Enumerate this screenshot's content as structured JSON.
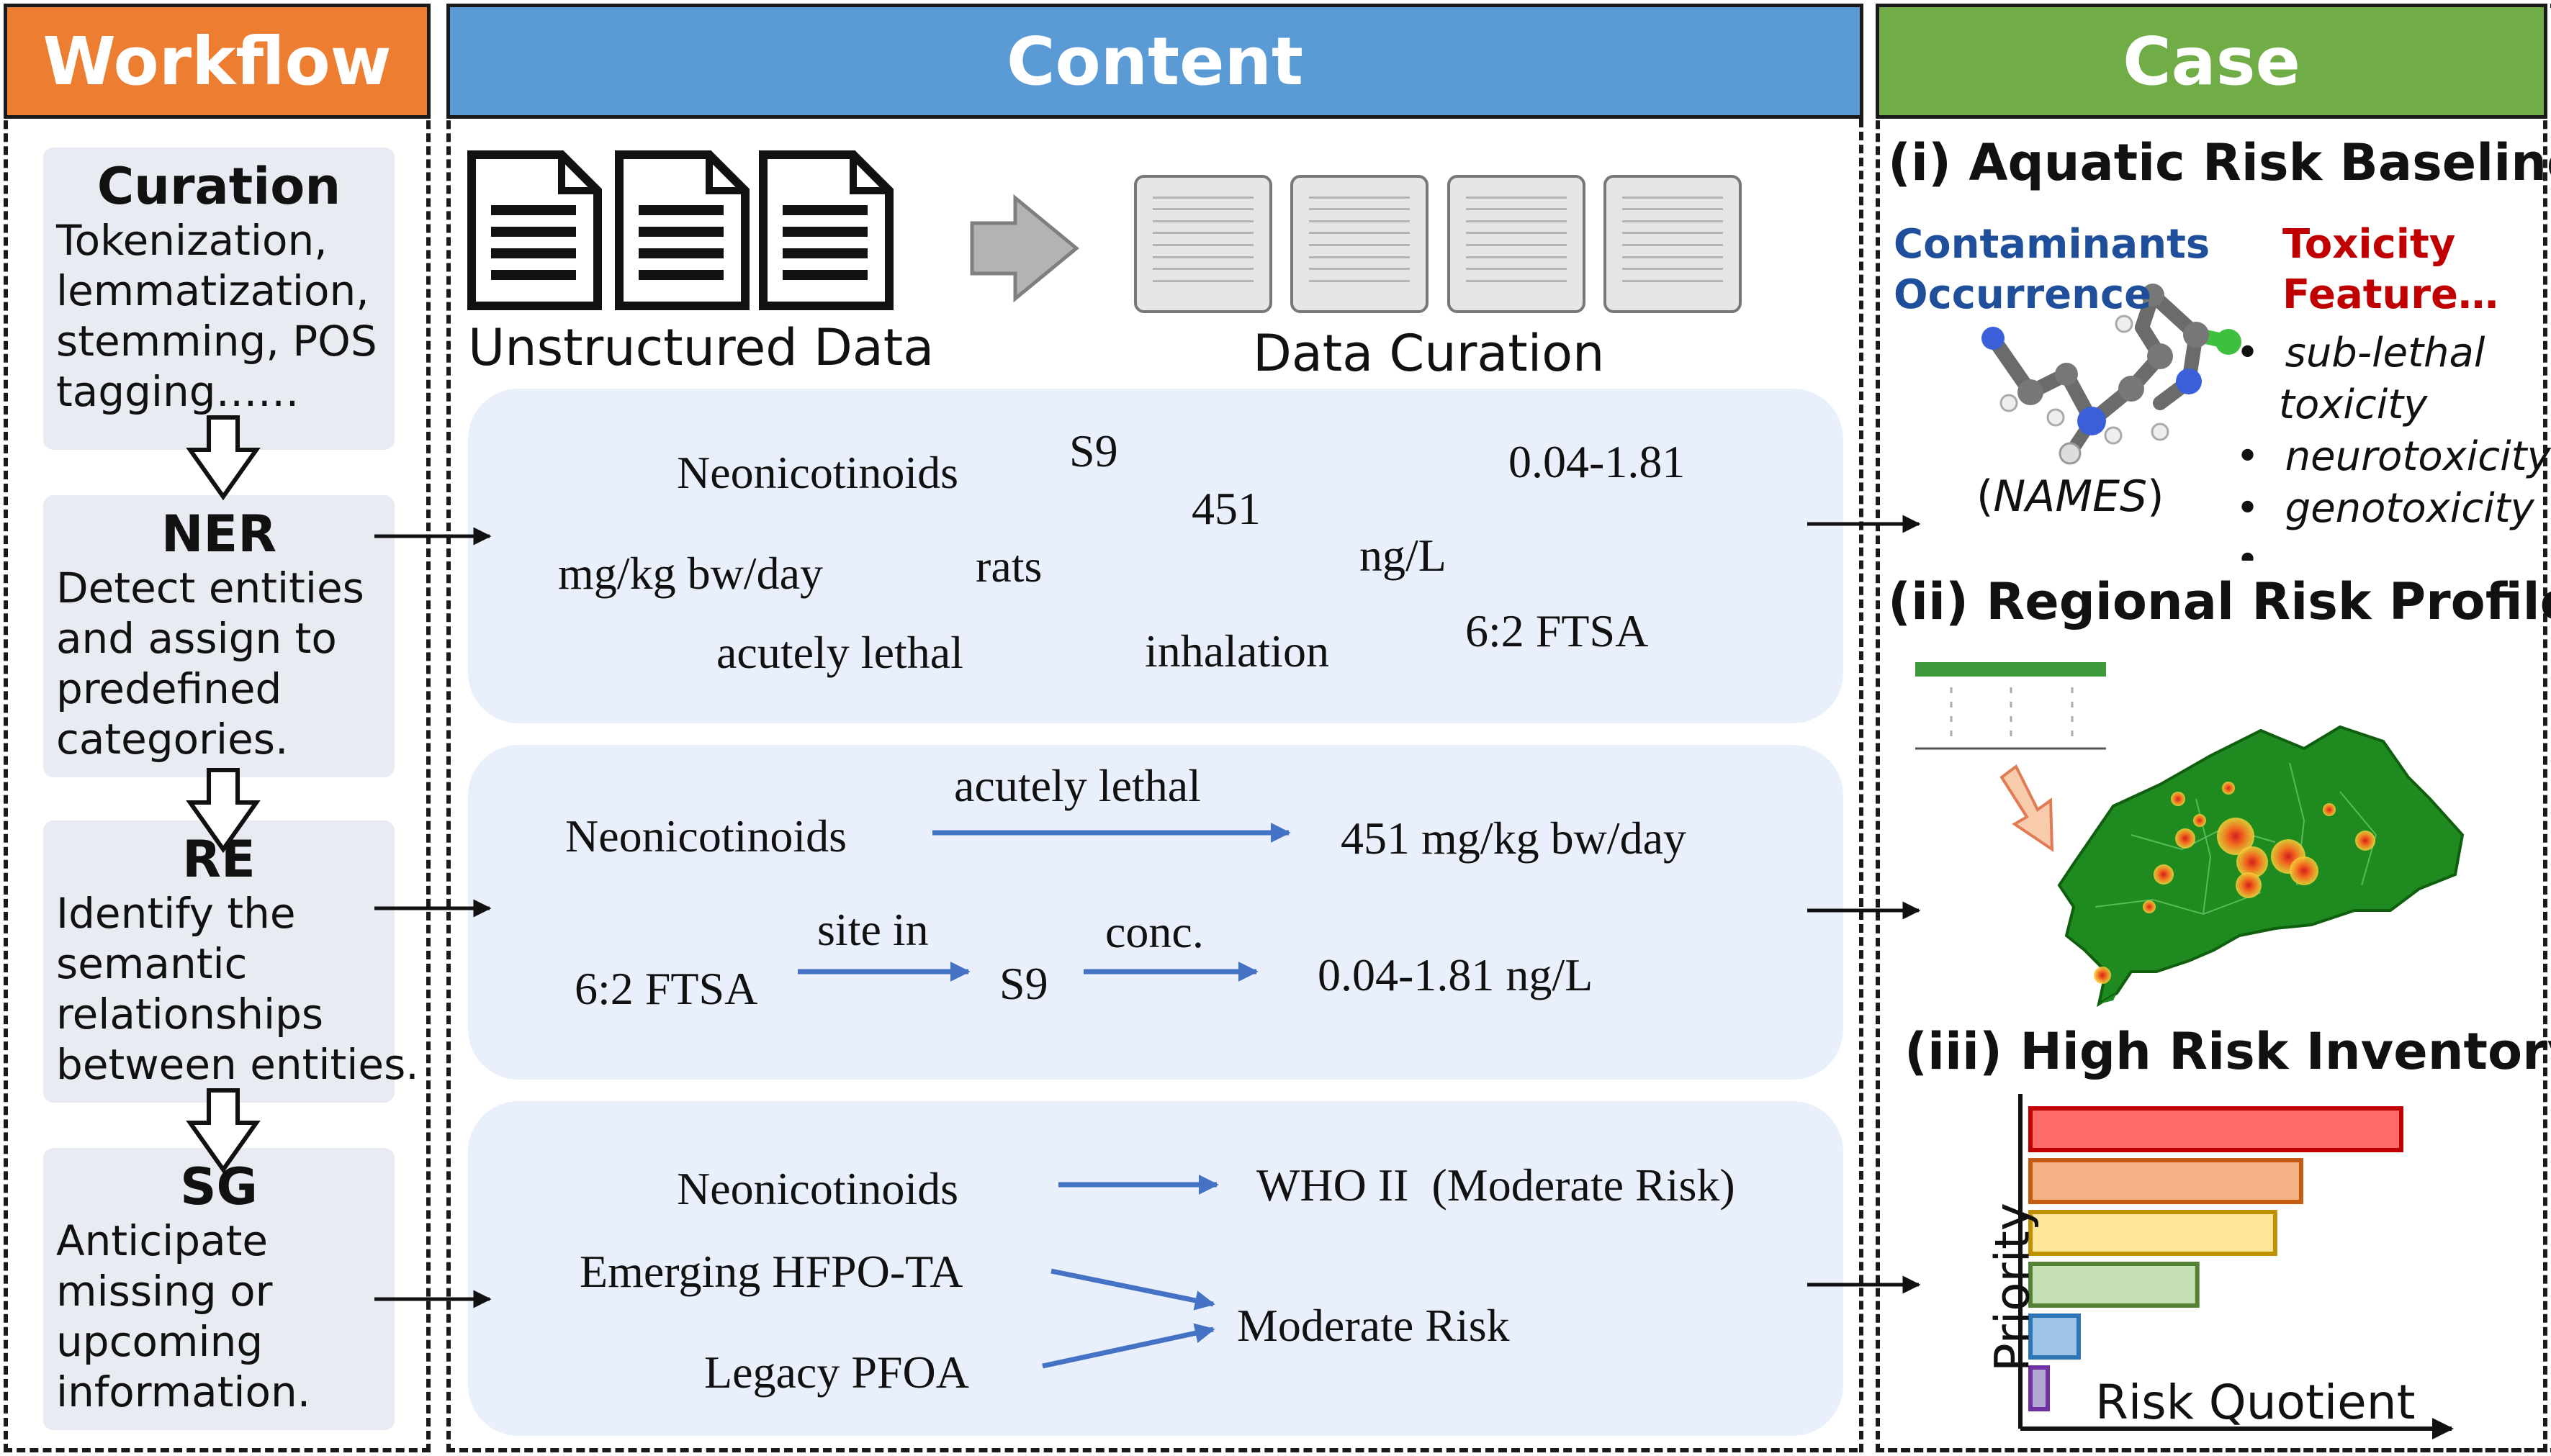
{
  "headers": {
    "workflow": "Workflow",
    "content": "Content",
    "case": "Case"
  },
  "colors": {
    "workflow": "#ed7d31",
    "content": "#5b9bd5",
    "case": "#70ad47",
    "arrow_blue": "#4472c4",
    "toxicity_red": "#c00000",
    "contaminants_blue": "#1f4e9a"
  },
  "workflow": {
    "curation": {
      "title": "Curation",
      "text": [
        "Tokenization,",
        "lemmatization,",
        "stemming, POS",
        "tagging……"
      ]
    },
    "ner": {
      "title": "NER",
      "text": [
        "Detect entities",
        "and assign to",
        "predefined",
        "categories."
      ]
    },
    "re": {
      "title": "RE",
      "text": [
        "Identify the",
        "semantic",
        "relationships",
        "between entities."
      ]
    },
    "sg": {
      "title": "SG",
      "text": [
        "Anticipate",
        "missing or",
        "upcoming",
        "information."
      ]
    }
  },
  "content": {
    "unstructured_label": "Unstructured Data",
    "curation_label": "Data Curation",
    "ner_terms": {
      "neonicotinoids": "Neonicotinoids",
      "s9": "S9",
      "range": "0.04-1.81",
      "n451": "451",
      "mgkg": "mg/kg bw/day",
      "rats": "rats",
      "ngl": "ng/L",
      "acutely": "acutely lethal",
      "inhalation": "inhalation",
      "ftsa": "6:2 FTSA"
    },
    "re": {
      "subj1": "Neonicotinoids",
      "rel1": "acutely lethal",
      "obj1": "451 mg/kg bw/day",
      "subj2": "6:2 FTSA",
      "rel2": "site in",
      "mid2": "S9",
      "rel3": "conc.",
      "obj2": "0.04-1.81 ng/L"
    },
    "sg": {
      "subj1": "Neonicotinoids",
      "obj1": "WHO II  (Moderate Risk)",
      "subj2": "Emerging HFPO-TA",
      "subj3": "Legacy PFOA",
      "obj2": "Moderate Risk"
    }
  },
  "case": {
    "baselines": {
      "title": "(i) Aquatic Risk Baselines",
      "contaminants": [
        "Contaminants",
        "Occurrence"
      ],
      "toxicity": [
        "Toxicity",
        "Feature…"
      ],
      "names": "NAMES",
      "bullets": [
        "sub-lethal",
        "toxicity",
        "neurotoxicity",
        "genotoxicity",
        "…"
      ]
    },
    "profiles": {
      "title": "(ii) Regional Risk Profiles"
    },
    "inventory": {
      "title": "(iii) High Risk Inventory",
      "ylabel": "Priority",
      "xlabel": "Risk Quotient"
    }
  },
  "chart_data": {
    "type": "bar",
    "orientation": "horizontal",
    "title": "(iii) High Risk Inventory",
    "xlabel": "Risk Quotient",
    "ylabel": "Priority",
    "values": [
      1.0,
      0.73,
      0.66,
      0.45,
      0.13,
      0.05
    ],
    "colors": [
      "#ff6b6b",
      "#f4b183",
      "#ffe699",
      "#c5e0b4",
      "#9dc3e6",
      "#b4a7d6"
    ],
    "borders": [
      "#c00000",
      "#c55a11",
      "#bf9000",
      "#548235",
      "#2e75b6",
      "#7030a0"
    ]
  }
}
